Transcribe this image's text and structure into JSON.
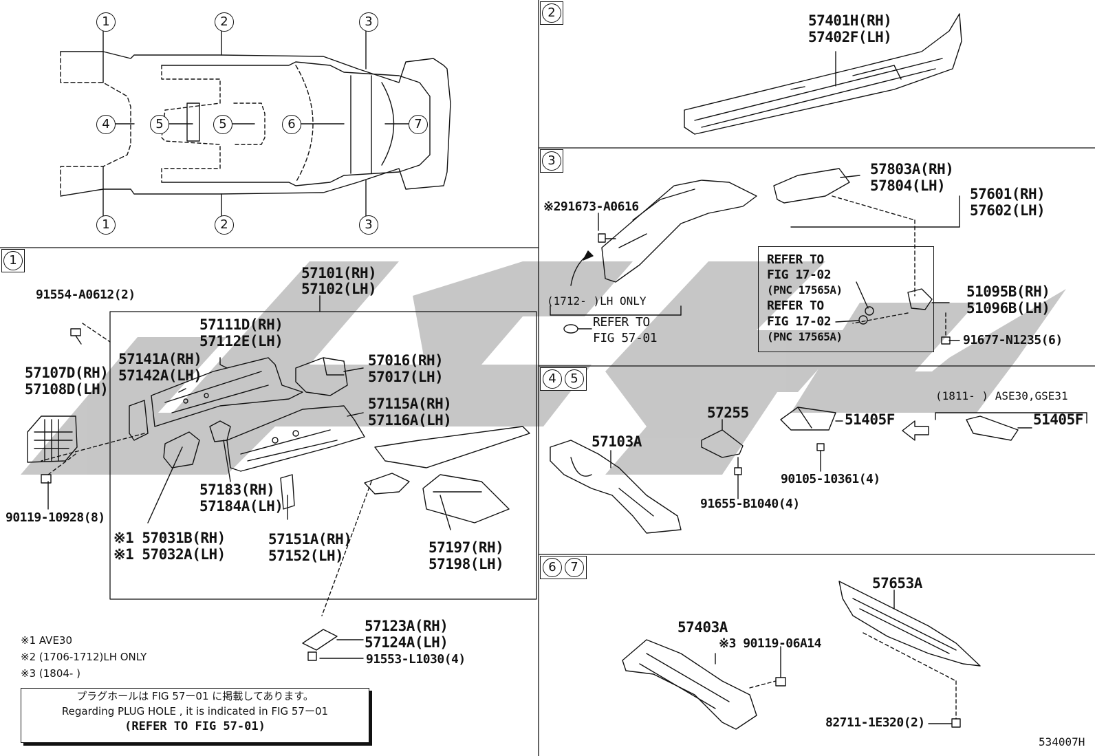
{
  "diagram_id": "534007H",
  "watermark_text": "AUTO",
  "overview": {
    "callouts": [
      "1",
      "2",
      "3",
      "4",
      "5",
      "5",
      "6",
      "7",
      "1",
      "2",
      "3"
    ]
  },
  "section1": {
    "number": "1",
    "parts": {
      "p91554": "91554-A0612(2)",
      "p57101": "57101(RH)",
      "p57102": "57102(LH)",
      "p57111": "57111D(RH)",
      "p57112": "57112E(LH)",
      "p57141": "57141A(RH)",
      "p57142": "57142A(LH)",
      "p57107": "57107D(RH)",
      "p57108": "57108D(LH)",
      "p57016": "57016(RH)",
      "p57017": "57017(LH)",
      "p57115": "57115A(RH)",
      "p57116": "57116A(LH)",
      "p57183": "57183(RH)",
      "p57184": "57184A(LH)",
      "p90119": "90119-10928(8)",
      "p57031": "※1 57031B(RH)",
      "p57032": "※1 57032A(LH)",
      "p57151": "57151A(RH)",
      "p57152": "57152(LH)",
      "p57197": "57197(RH)",
      "p57198": "57198(LH)",
      "p57123": "57123A(RH)",
      "p57124": "57124A(LH)",
      "p91553": "91553-L1030(4)"
    },
    "notes": {
      "n1": "※1 AVE30",
      "n2": "※2 (1706-1712)LH ONLY",
      "n3": "※3 (1804-      )"
    },
    "plug_hole": {
      "jp": "プラグホールは FIG 57ー01 に掲載してあります。",
      "en": "Regarding  PLUG  HOLE , it is indicated in  FIG  57ー01",
      "ref": "(REFER TO FIG 57-01)"
    }
  },
  "section2": {
    "number": "2",
    "parts": {
      "p57401": "57401H(RH)",
      "p57402": "57402F(LH)"
    }
  },
  "section3": {
    "number": "3",
    "parts": {
      "p291673": "※291673-A0616",
      "p57803": "57803A(RH)",
      "p57804": "57804(LH)",
      "p57601": "57601(RH)",
      "p57602": "57602(LH)",
      "p51095": "51095B(RH)",
      "p51096": "51096B(LH)",
      "p91677": "91677-N1235(6)"
    },
    "lh_only": "(1712-        )LH ONLY",
    "refer_plug1": "REFER TO",
    "refer_plug2": "FIG 57-01",
    "refbox": {
      "r1a": "REFER TO",
      "r1b": "FIG 17-02",
      "r1c": "(PNC 17565A)",
      "r2a": "REFER TO",
      "r2b": "FIG 17-02",
      "r2c": "(PNC 17565A)"
    }
  },
  "section45": {
    "numbers": [
      "4",
      "5"
    ],
    "parts": {
      "p57103": "57103A",
      "p57255": "57255",
      "p51405a": "51405F",
      "p51405b": "51405F",
      "p90105": "90105-10361(4)",
      "p91655": "91655-B1040(4)"
    },
    "variant_note": "(1811-        ) ASE30,GSE31"
  },
  "section67": {
    "numbers": [
      "6",
      "7"
    ],
    "parts": {
      "p57653": "57653A",
      "p57403": "57403A",
      "p90119b": "※3 90119-06A14",
      "p82711": "82711-1E320(2)"
    }
  }
}
